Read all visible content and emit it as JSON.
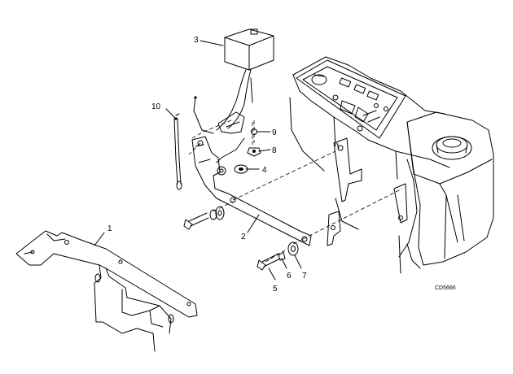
{
  "callouts": {
    "c1": "1",
    "c2": "2",
    "c3": "3",
    "c4": "4",
    "c5": "5",
    "c6": "6",
    "c7": "7",
    "c8": "8",
    "c9": "9",
    "c10": "10"
  },
  "drawing_code": "CD5666"
}
